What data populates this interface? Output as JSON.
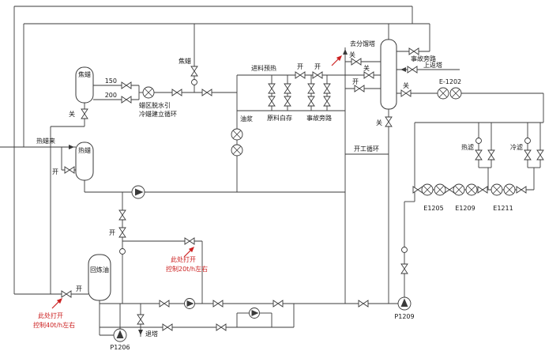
{
  "colors": {
    "line": "#3a3a3a",
    "annotation_red": "#cc2222",
    "background": "#ffffff"
  },
  "vessels": {
    "coke_wax": "焦蜡",
    "hot_wax": "热蜡",
    "recycle_oil": "回炼油"
  },
  "valve_states": {
    "open": "开",
    "closed": "关"
  },
  "streams": {
    "hot_wax_in": "热蜡来",
    "coke_wax_line": "焦蜡",
    "line_150": "150",
    "line_200": "200",
    "wax_area_dewater": "蜡区脱水引",
    "cold_wax_circulation": "冷蜡建立循环",
    "feed_preheat": "进料预热",
    "oil_slurry": "油浆",
    "raw_material_storage": "原料白存",
    "accident_bypass": "事故旁路",
    "to_fractionator": "去分馏塔",
    "upper_return": "上返塔",
    "startup_circulation": "开工循环",
    "hot_filtrate": "热滤",
    "cold_filtrate": "冷滤",
    "back_to_tower": "退塔"
  },
  "equipment": {
    "e1202": "E-1202",
    "e1205": "E1205",
    "e1209": "E1209",
    "e1211": "E1211",
    "p1209": "P1209",
    "p1206": "P1206"
  },
  "annotations": {
    "open_here": "此处打开",
    "control_40t": "控制40t/h左右",
    "control_20t": "控制20t/h左右"
  }
}
